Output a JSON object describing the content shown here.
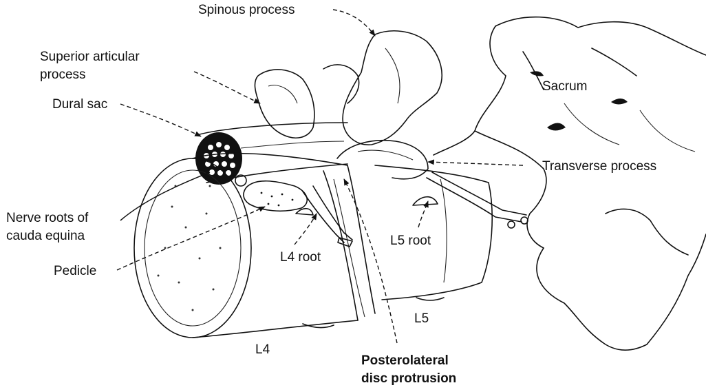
{
  "labels": {
    "spinous_process": "Spinous process",
    "superior_articular_line1": "Superior articular",
    "superior_articular_line2": "process",
    "dural_sac": "Dural sac",
    "sacrum": "Sacrum",
    "transverse_process": "Transverse process",
    "nerve_roots_line1": "Nerve roots of",
    "nerve_roots_line2": "cauda equina",
    "pedicle": "Pedicle",
    "l4_root": "L4 root",
    "l5_root": "L5 root",
    "l5": "L5",
    "l4": "L4",
    "protrusion_line1": "Posterolateral",
    "protrusion_line2": "disc protrusion"
  }
}
